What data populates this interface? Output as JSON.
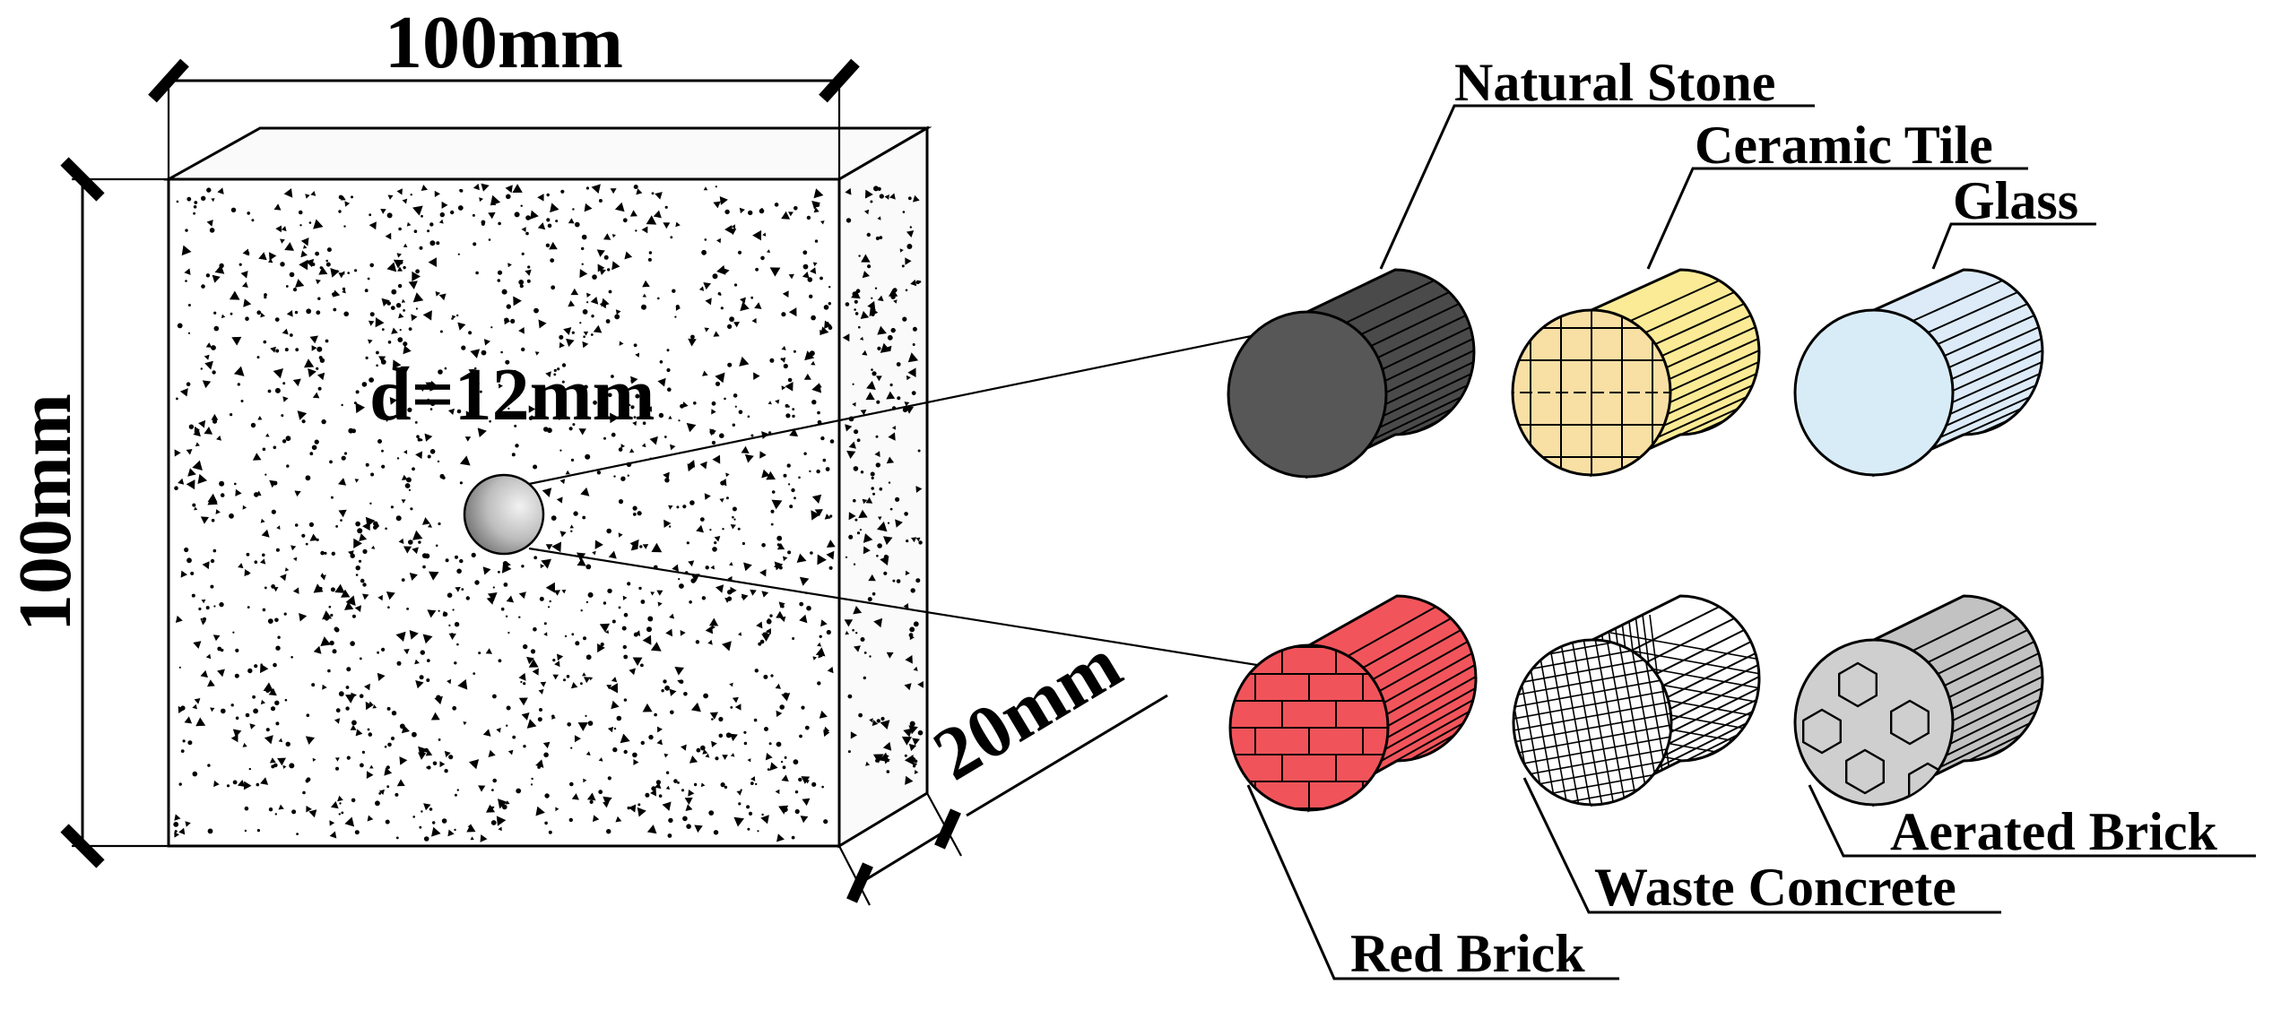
{
  "dimensions": {
    "width": "100mm",
    "height": "100mm",
    "thickness": "20mm",
    "diameter": "d=12mm"
  },
  "materials": [
    {
      "key": "natural-stone",
      "label": "Natural Stone",
      "face_color": "#575757",
      "side_color": "#4a4a4a"
    },
    {
      "key": "ceramic-tile",
      "label": "Ceramic Tile",
      "face_color": "#f8dfa4",
      "side_color": "#fbeb96"
    },
    {
      "key": "glass",
      "label": "Glass",
      "face_color": "#d8ecf8",
      "side_color": "#dcebf7"
    },
    {
      "key": "red-brick",
      "label": "Red Brick",
      "face_color": "#f0545a",
      "side_color": "#f1555b"
    },
    {
      "key": "waste-concrete",
      "label": "Waste Concrete",
      "face_color": "#ffffff",
      "side_color": "#ffffff"
    },
    {
      "key": "aerated-brick",
      "label": "Aerated Brick",
      "face_color": "#cfcfcf",
      "side_color": "#c2c2c2"
    }
  ]
}
